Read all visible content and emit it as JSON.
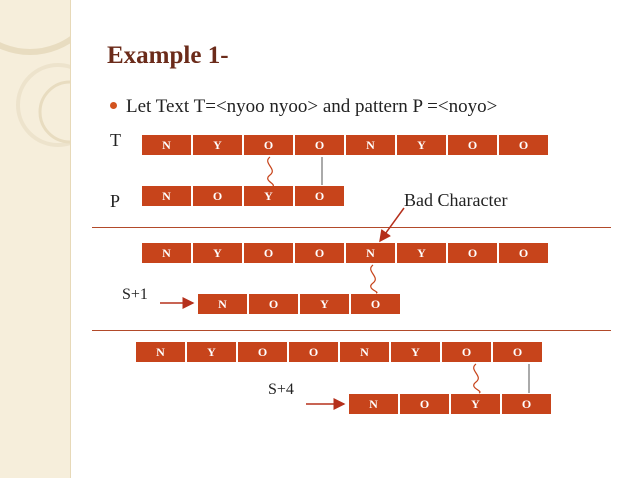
{
  "title": "Example 1-",
  "bullet": "Let Text T=<nyoo nyoo> and pattern P =<noyo>",
  "labels": {
    "text": "T",
    "pattern": "P",
    "bad_character": "Bad Character",
    "shift1": "S+1",
    "shift4": "S+4"
  },
  "text_chars": [
    "N",
    "Y",
    "O",
    "O",
    "N",
    "Y",
    "O",
    "O"
  ],
  "pattern_chars": [
    "N",
    "O",
    "Y",
    "O"
  ],
  "colors": {
    "cell": "#c7441b",
    "title": "#6b2b1a",
    "bullet": "#d2531f",
    "sidebar": "#f6eedb"
  }
}
